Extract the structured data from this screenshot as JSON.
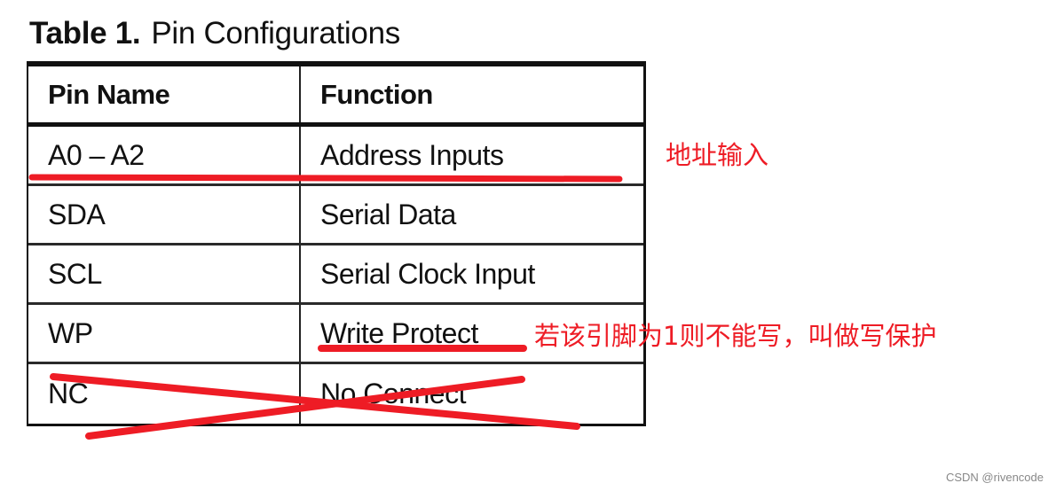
{
  "caption": {
    "label": "Table 1.",
    "title": "Pin Configurations"
  },
  "table": {
    "headers": [
      "Pin Name",
      "Function"
    ],
    "rows": [
      {
        "pin": "A0 – A2",
        "function": "Address Inputs"
      },
      {
        "pin": "SDA",
        "function": "Serial Data"
      },
      {
        "pin": "SCL",
        "function": "Serial Clock Input"
      },
      {
        "pin": "WP",
        "function": "Write Protect"
      },
      {
        "pin": "NC",
        "function": "No Connect"
      }
    ]
  },
  "annotations": {
    "address_note": "地址输入",
    "write_protect_note": "若该引脚为1则不能写，叫做写保护",
    "color": "#ee1c25"
  },
  "watermark": "CSDN @rivencode"
}
